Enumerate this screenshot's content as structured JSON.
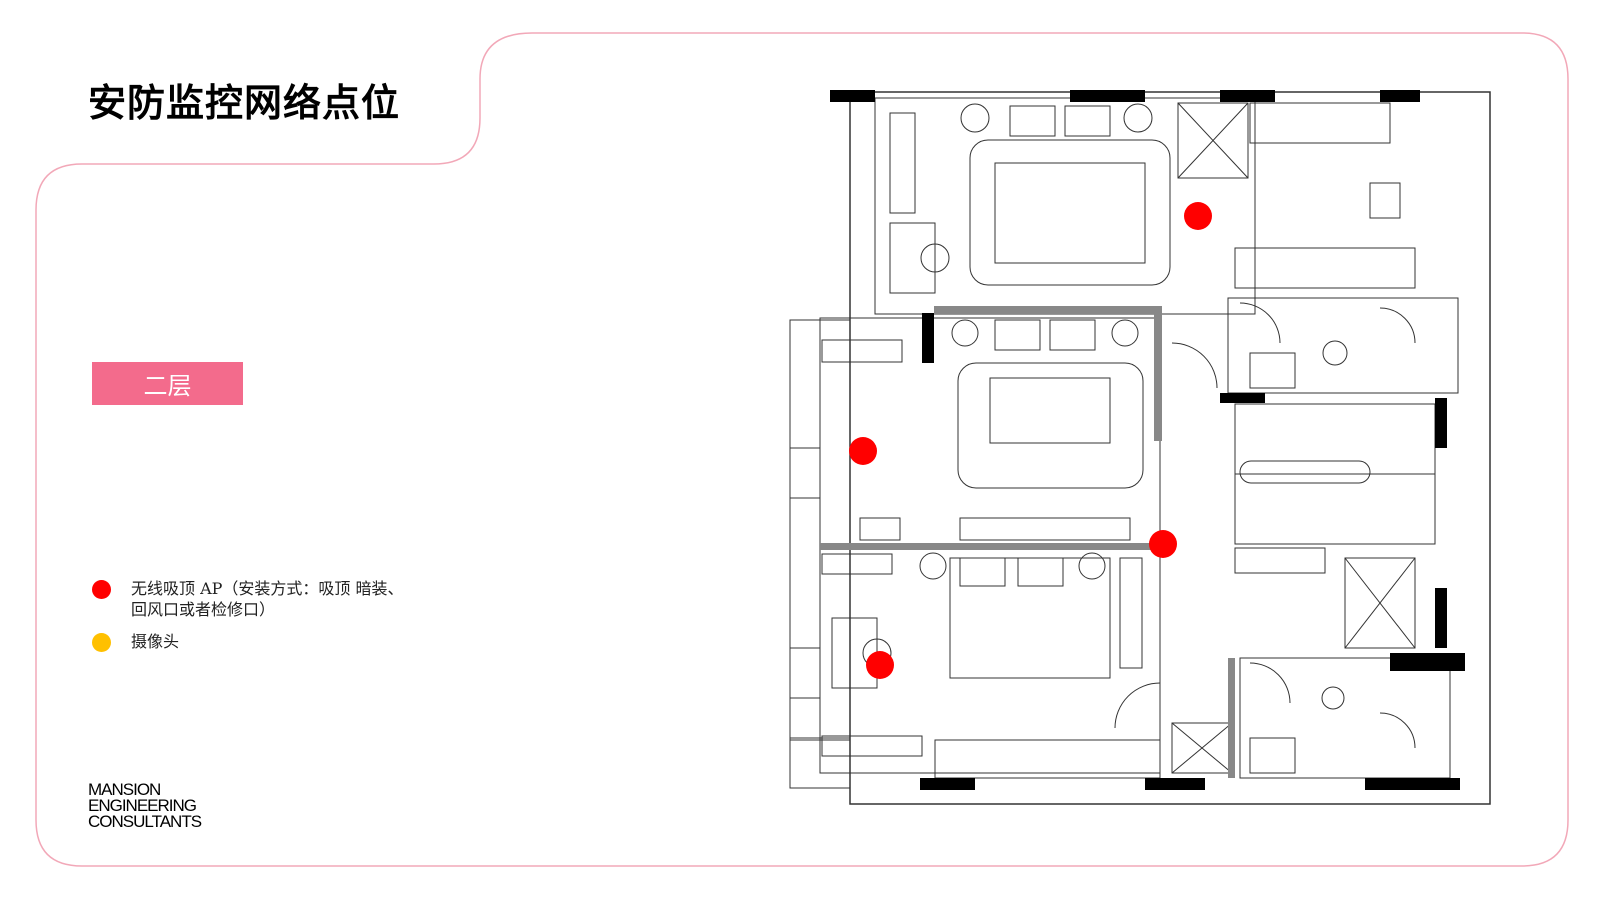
{
  "title": "安防监控网络点位",
  "floor_label": "二层",
  "legend": [
    {
      "color": "#ff0000",
      "lines": [
        "无线吸顶 AP（安装方式：吸顶 暗装、",
        "回风口或者检修口）"
      ]
    },
    {
      "color": "#ffc000",
      "lines": [
        "摄像头"
      ]
    }
  ],
  "logo_lines": [
    "MANSION",
    "ENGINEERING",
    "CONSULTANTS"
  ],
  "colors": {
    "frame": "#f2a8b8",
    "accent": "#f36b8c",
    "ap_marker": "#ff0000",
    "camera_marker": "#ffc000"
  },
  "ap_points": [
    {
      "room": "master-bedroom",
      "marker": "ap"
    },
    {
      "room": "middle-bedroom",
      "marker": "ap"
    },
    {
      "room": "corridor",
      "marker": "ap"
    },
    {
      "room": "lower-bedroom",
      "marker": "ap"
    }
  ]
}
